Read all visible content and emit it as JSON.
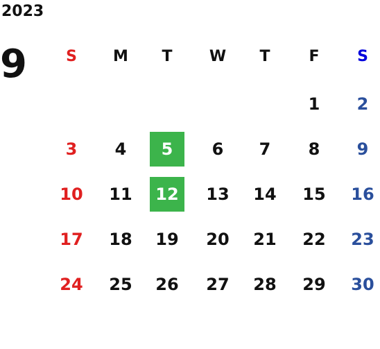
{
  "calendar": {
    "year": "2023",
    "month": "9",
    "weekdays": [
      "S",
      "M",
      "T",
      "W",
      "T",
      "F",
      "S"
    ],
    "weekday_colors": [
      "#e02020",
      "#111111",
      "#111111",
      "#111111",
      "#111111",
      "#111111",
      "#0000dd"
    ],
    "weeks": [
      [
        "",
        "",
        "",
        "",
        "",
        "1",
        "2"
      ],
      [
        "3",
        "4",
        "5",
        "6",
        "7",
        "8",
        "9"
      ],
      [
        "10",
        "11",
        "12",
        "13",
        "14",
        "15",
        "16"
      ],
      [
        "17",
        "18",
        "19",
        "20",
        "21",
        "22",
        "23"
      ],
      [
        "24",
        "25",
        "26",
        "27",
        "28",
        "29",
        "30"
      ]
    ],
    "day_colors": {
      "sunday": "#e02020",
      "weekday": "#111111",
      "saturday": "#2a4f9c",
      "highlight_text": "#ffffff"
    },
    "highlighted_days": [
      "5",
      "12"
    ],
    "highlight_color": "#3cb44b"
  }
}
